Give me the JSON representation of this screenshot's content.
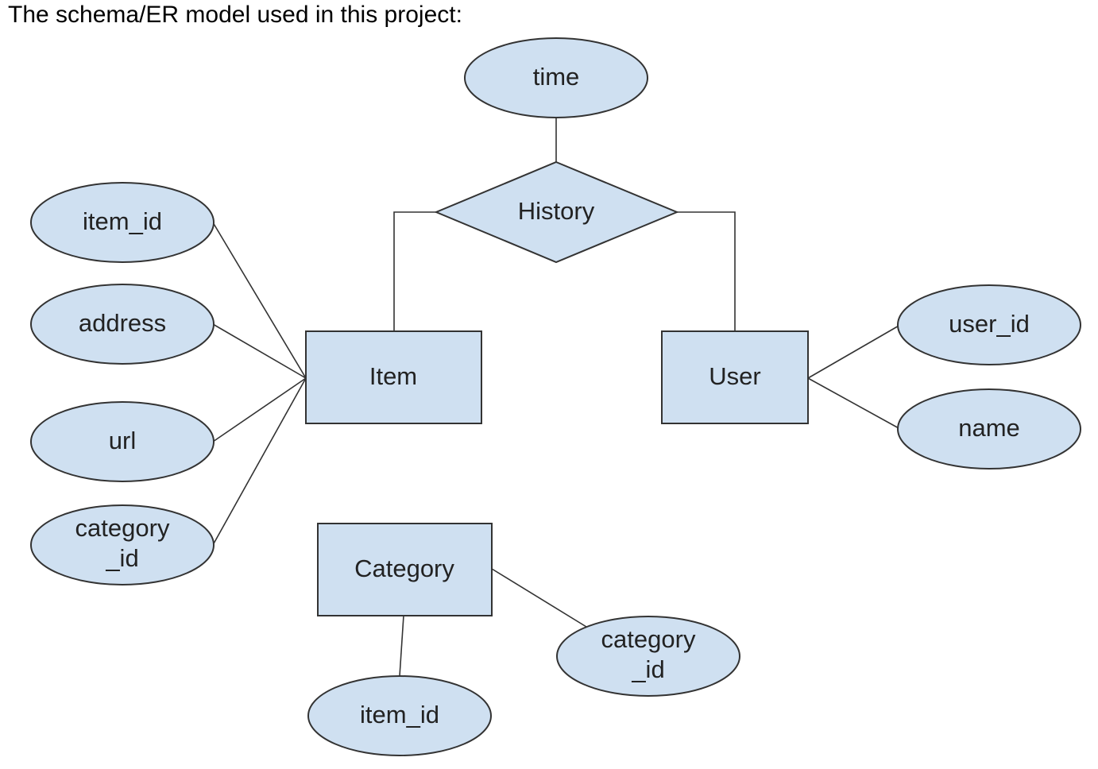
{
  "heading": "The schema/ER model used in this project:",
  "colors": {
    "shape_fill": "#cfe0f1",
    "stroke": "#333333",
    "text": "#222222"
  },
  "diagram": {
    "relationship": {
      "history": "History"
    },
    "entities": {
      "item": "Item",
      "user": "User",
      "category": "Category"
    },
    "attributes": {
      "time": "time",
      "item_item_id": "item_id",
      "item_address": "address",
      "item_url": "url",
      "item_category_id_line1": "category",
      "item_category_id_line2": "_id",
      "user_user_id": "user_id",
      "user_name": "name",
      "category_category_id_line1": "category",
      "category_category_id_line2": "_id",
      "category_item_id": "item_id"
    }
  }
}
